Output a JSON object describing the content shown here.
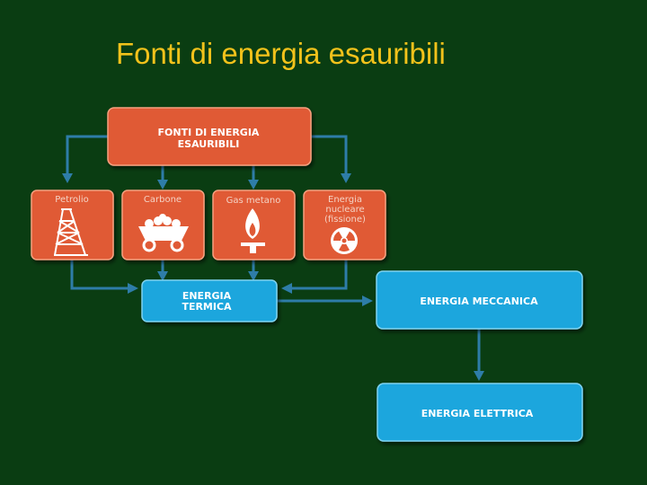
{
  "slide": {
    "title": "Fonti di energia esauribili"
  },
  "diagram": {
    "root": {
      "line1": "FONTI DI ENERGIA",
      "line2": "ESAURIBILI"
    },
    "sources": [
      {
        "label": "Petrolio",
        "icon": "oil-derrick-icon"
      },
      {
        "label": "Carbone",
        "icon": "coal-cart-icon"
      },
      {
        "label": "Gas metano",
        "icon": "gas-flame-icon"
      },
      {
        "label_lines": [
          "Energia",
          "nucleare",
          "(fissione)"
        ],
        "icon": "radiation-icon"
      }
    ],
    "thermal": {
      "line1": "ENERGIA",
      "line2": "TERMICA"
    },
    "mechanical": "ENERGIA MECCANICA",
    "electric": "ENERGIA ELETTRICA"
  },
  "colors": {
    "background": "#0a3d12",
    "title": "#f2c21b",
    "orange_box": "#e05a36",
    "blue_box": "#1aa6dd",
    "connector": "#2e7da8"
  }
}
